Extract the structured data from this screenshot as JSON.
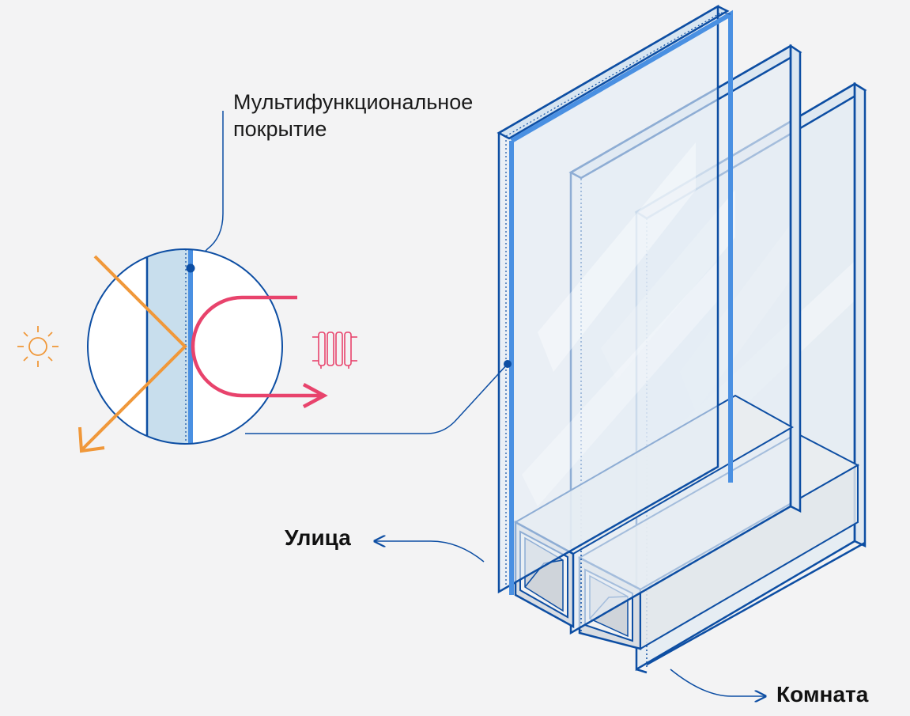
{
  "labels": {
    "coating_line1": "Мультифункциональное",
    "coating_line2": "покрытие",
    "street": "Улица",
    "room": "Комната"
  },
  "icons": {
    "sun": "sun-icon",
    "radiator": "radiator-icon"
  },
  "colors": {
    "outline": "#0d4ea3",
    "coating": "#4a90e2",
    "glass_fill": "#dde9f2",
    "sun_arrow": "#f0983a",
    "heat_arrow": "#e8436c",
    "background": "#f3f3f4"
  }
}
